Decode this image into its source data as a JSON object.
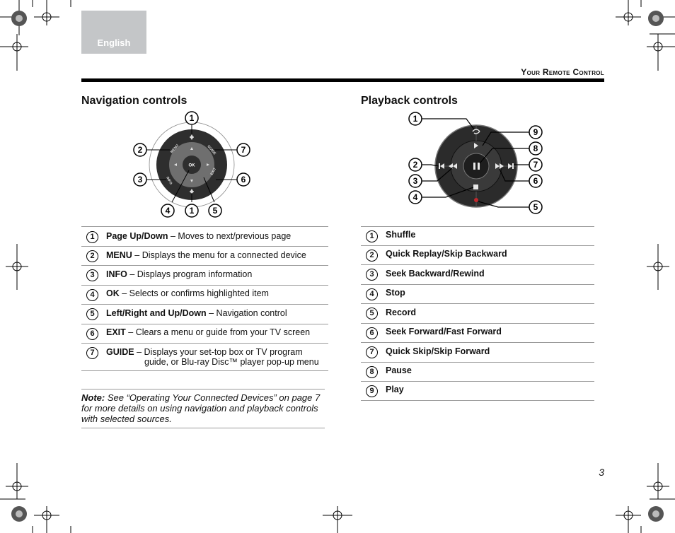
{
  "language_tab": "English",
  "header": {
    "title": "Your Remote Control"
  },
  "navigation": {
    "title": "Navigation controls",
    "pad_labels": {
      "menu": "MENU",
      "guide": "GUIDE",
      "info": "INFO",
      "exit": "EXIT",
      "ok": "OK"
    },
    "callouts": [
      "1",
      "2",
      "7",
      "3",
      "6",
      "4",
      "1",
      "5"
    ],
    "items": [
      {
        "num": "1",
        "label": "Page Up/Down",
        "desc": " – Moves to next/previous page"
      },
      {
        "num": "2",
        "label": "MENU",
        "desc": " – Displays the menu for a connected device"
      },
      {
        "num": "3",
        "label": "INFO",
        "desc": " – Displays program information"
      },
      {
        "num": "4",
        "label": "OK",
        "desc": " – Selects or confirms highlighted item"
      },
      {
        "num": "5",
        "label": "Left/Right and Up/Down",
        "desc": " – Navigation control"
      },
      {
        "num": "6",
        "label": "EXIT",
        "desc": " – Clears a menu or guide from your TV screen"
      },
      {
        "num": "7",
        "label": "GUIDE",
        "desc": " – Displays your set-top box or TV program",
        "desc2": "guide, or Blu-ray Disc™ player pop-up menu"
      }
    ]
  },
  "playback": {
    "title": "Playback controls",
    "callouts": [
      "1",
      "9",
      "8",
      "2",
      "7",
      "3",
      "6",
      "4",
      "5"
    ],
    "items": [
      {
        "num": "1",
        "label": "Shuffle"
      },
      {
        "num": "2",
        "label": "Quick Replay/Skip Backward"
      },
      {
        "num": "3",
        "label": "Seek Backward/Rewind"
      },
      {
        "num": "4",
        "label": "Stop"
      },
      {
        "num": "5",
        "label": "Record"
      },
      {
        "num": "6",
        "label": "Seek Forward/Fast Forward"
      },
      {
        "num": "7",
        "label": "Quick Skip/Skip Forward"
      },
      {
        "num": "8",
        "label": "Pause"
      },
      {
        "num": "9",
        "label": "Play"
      }
    ]
  },
  "note": {
    "label": "Note:",
    "text": " See “Operating Your Connected Devices” on page 7 for more details on using navigation and playback controls with selected sources."
  },
  "page_number": "3",
  "colors": {
    "tab": "#c4c6c8",
    "pad_dark": "#2b2b2b",
    "pad_mid": "#6e6e6e",
    "record_red": "#c0282d"
  }
}
